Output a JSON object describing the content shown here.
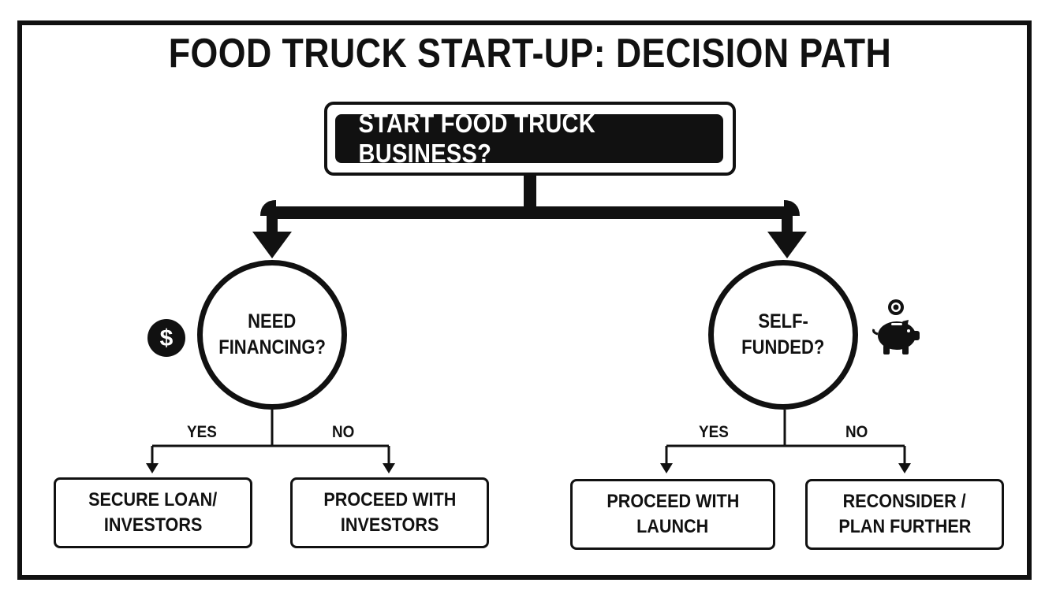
{
  "title": "FOOD TRUCK START-UP: DECISION PATH",
  "start_question": "START FOOD TRUCK BUSINESS?",
  "left_decision": {
    "line1": "NEED",
    "line2": "FINANCING?",
    "icon": "dollar-coin-icon",
    "yes_label": "YES",
    "no_label": "NO",
    "yes_outcome": {
      "line1": "SECURE LOAN/",
      "line2": "INVESTORS"
    },
    "no_outcome": {
      "line1": "PROCEED WITH",
      "line2": "INVESTORS"
    }
  },
  "right_decision": {
    "line1": "SELF-",
    "line2": "FUNDED?",
    "icon": "piggy-bank-icon",
    "yes_label": "YES",
    "no_label": "NO",
    "yes_outcome": {
      "line1": "PROCEED WITH",
      "line2": "LAUNCH"
    },
    "no_outcome": {
      "line1": "RECONSIDER /",
      "line2": "PLAN FURTHER"
    }
  },
  "colors": {
    "ink": "#111111",
    "background": "#ffffff"
  }
}
